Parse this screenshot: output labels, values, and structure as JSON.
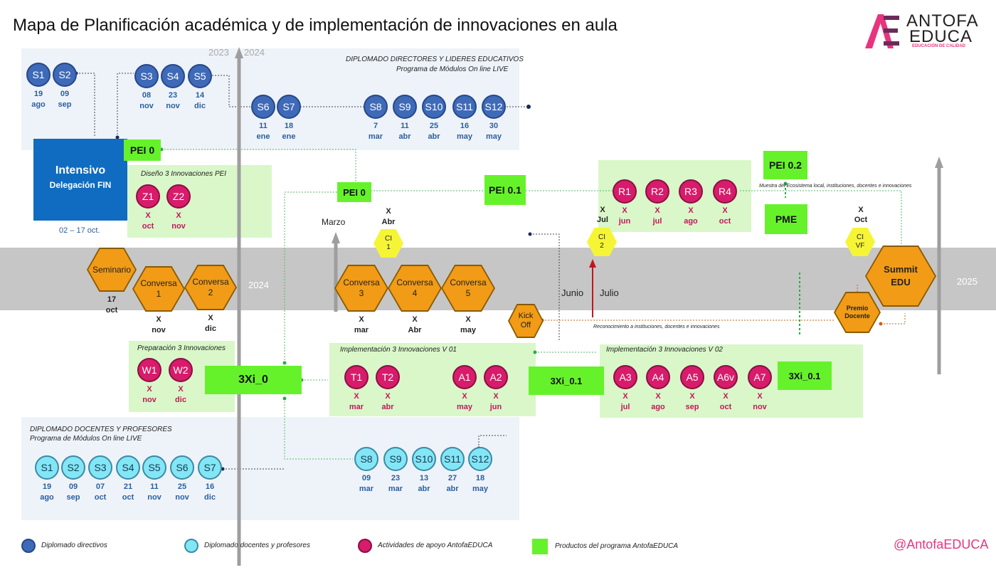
{
  "title": "Mapa de Planificación académica y de implementación de innovaciones en aula",
  "logo": {
    "line1": "ANTOFA",
    "line2": "EDUCA",
    "tagline": "EDUCACIÓN DE CALIDAD",
    "accent": "#e8347f"
  },
  "years": {
    "y2023": "2023",
    "y2024_top": "2024",
    "y2024_band": "2024",
    "y2025": "2025"
  },
  "directores": {
    "heading": "DIPLOMADO DIRECTORES Y LIDERES EDUCATIVOS",
    "subheading": "Programa de Módulos On line LIVE",
    "sessions": [
      {
        "label": "S1",
        "day": "19",
        "month": "ago"
      },
      {
        "label": "S2",
        "day": "09",
        "month": "sep"
      },
      {
        "label": "S3",
        "day": "08",
        "month": "nov"
      },
      {
        "label": "S4",
        "day": "23",
        "month": "nov"
      },
      {
        "label": "S5",
        "day": "14",
        "month": "dic"
      },
      {
        "label": "S6",
        "day": "11",
        "month": "ene"
      },
      {
        "label": "S7",
        "day": "18",
        "month": "ene"
      },
      {
        "label": "S8",
        "day": "7",
        "month": "mar"
      },
      {
        "label": "S9",
        "day": "11",
        "month": "abr"
      },
      {
        "label": "S10",
        "day": "25",
        "month": "abr"
      },
      {
        "label": "S11",
        "day": "16",
        "month": "may"
      },
      {
        "label": "S12",
        "day": "30",
        "month": "may"
      }
    ]
  },
  "intensivo": {
    "title": "Intensivo",
    "subtitle": "Delegación FIN",
    "dates": "02 – 17 oct."
  },
  "diseno": {
    "heading": "Diseño 3 Innovaciones PEI",
    "items": [
      {
        "label": "Z1",
        "x": "X",
        "month": "oct"
      },
      {
        "label": "Z2",
        "x": "X",
        "month": "nov"
      }
    ]
  },
  "products": {
    "pei0_a": "PEI 0",
    "pei0_b": "PEI 0",
    "pei01": "PEI 0.1",
    "pei02": "PEI 0.2",
    "pme": "PME",
    "x3i0": "3Xi_0",
    "x3i01_a": "3Xi_0.1",
    "x3i01_b": "3Xi_0.1"
  },
  "fase_r": {
    "items": [
      {
        "label": "R1",
        "x": "X",
        "month": "jun"
      },
      {
        "label": "R2",
        "x": "X",
        "month": "jul"
      },
      {
        "label": "R3",
        "x": "X",
        "month": "ago"
      },
      {
        "label": "R4",
        "x": "X",
        "month": "oct"
      }
    ]
  },
  "muestra_text": "Muestra del Ecosistema local, instituciones, docentes e innovaciones",
  "marks": {
    "marzo": "Marzo",
    "abr_x": "X",
    "abr": "Abr",
    "jul_x": "X",
    "jul": "Jul",
    "oct_x": "X",
    "oct": "Oct",
    "junio": "Junio",
    "julio": "Julio"
  },
  "ci": {
    "ci1_a": "CI",
    "ci1_b": "1",
    "ci2_a": "CI",
    "ci2_b": "2",
    "civf_a": "CI",
    "civf_b": "VF"
  },
  "hexagons": {
    "seminario": "Seminario",
    "seminario_day": "17",
    "seminario_month": "oct",
    "conversa1_a": "Conversa",
    "conversa1_b": "1",
    "conversa1_x": "X",
    "conversa1_m": "nov",
    "conversa2_a": "Conversa",
    "conversa2_b": "2",
    "conversa2_x": "X",
    "conversa2_m": "dic",
    "conversa3_a": "Conversa",
    "conversa3_b": "3",
    "conversa3_x": "X",
    "conversa3_m": "mar",
    "conversa4_a": "Conversa",
    "conversa4_b": "4",
    "conversa4_x": "X",
    "conversa4_m": "Abr",
    "conversa5_a": "Conversa",
    "conversa5_b": "5",
    "conversa5_x": "X",
    "conversa5_m": "may",
    "kickoff_a": "Kick",
    "kickoff_b": "Off",
    "summit_a": "Summit",
    "summit_b": "EDU",
    "premio_a": "Premio",
    "premio_b": "Docente"
  },
  "reconocimiento_text": "Reconocimiento a instituciones, docentes e innovaciones",
  "preparacion": {
    "heading": "Preparación 3 Innovaciones",
    "items": [
      {
        "label": "W1",
        "x": "X",
        "month": "nov"
      },
      {
        "label": "W2",
        "x": "X",
        "month": "dic"
      }
    ]
  },
  "impl1": {
    "heading": "Implementación 3 Innovaciones V 01",
    "items": [
      {
        "label": "T1",
        "x": "X",
        "month": "mar"
      },
      {
        "label": "T2",
        "x": "X",
        "month": "abr"
      },
      {
        "label": "A1",
        "x": "X",
        "month": "may"
      },
      {
        "label": "A2",
        "x": "X",
        "month": "jun"
      }
    ]
  },
  "impl2": {
    "heading": "Implementación 3 Innovaciones V 02",
    "items": [
      {
        "label": "A3",
        "x": "X",
        "month": "jul"
      },
      {
        "label": "A4",
        "x": "X",
        "month": "ago"
      },
      {
        "label": "A5",
        "x": "X",
        "month": "sep"
      },
      {
        "label": "A6v",
        "x": "X",
        "month": "oct"
      },
      {
        "label": "A7",
        "x": "X",
        "month": "nov"
      }
    ]
  },
  "docentes": {
    "heading": "DIPLOMADO DOCENTES Y PROFESORES",
    "subheading": "Programa de Módulos On line LIVE",
    "sessions": [
      {
        "label": "S1",
        "day": "19",
        "month": "ago"
      },
      {
        "label": "S2",
        "day": "09",
        "month": "sep"
      },
      {
        "label": "S3",
        "day": "07",
        "month": "oct"
      },
      {
        "label": "S4",
        "day": "21",
        "month": "oct"
      },
      {
        "label": "S5",
        "day": "11",
        "month": "nov"
      },
      {
        "label": "S6",
        "day": "25",
        "month": "nov"
      },
      {
        "label": "S7",
        "day": "16",
        "month": "dic"
      },
      {
        "label": "S8",
        "day": "09",
        "month": "mar"
      },
      {
        "label": "S9",
        "day": "23",
        "month": "mar"
      },
      {
        "label": "S10",
        "day": "13",
        "month": "abr"
      },
      {
        "label": "S11",
        "day": "27",
        "month": "abr"
      },
      {
        "label": "S12",
        "day": "18",
        "month": "may"
      }
    ]
  },
  "legend": {
    "directivos": "Diplomado directivos",
    "docentes": "Diplomado docentes y profesores",
    "apoyo": "Actividades de apoyo AntofaEDUCA",
    "productos": "Productos del programa AntofaEDUCA"
  },
  "handle": "@AntofaEDUCA",
  "colors": {
    "dark_blue": "#3e6ab8",
    "light_blue": "#83e6f5",
    "pink": "#d81b6a",
    "green": "#66f22a",
    "orange": "#f29b16",
    "yellow": "#f5f536"
  }
}
